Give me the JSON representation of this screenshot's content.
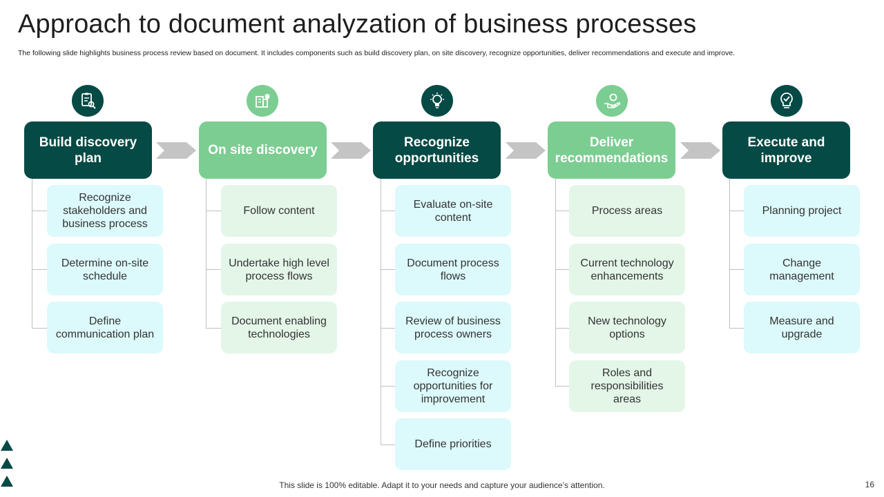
{
  "title": "Approach to document analyzation of business processes",
  "subtitle": "The following slide highlights business process review based on document. It includes components such as build discovery plan, on site discovery, recognize opportunities, deliver recommendations and execute and improve.",
  "colors": {
    "dark": "#064a45",
    "light": "#7ccd92",
    "cyan_box": "#dcf9fb",
    "mint_box": "#e3f6e8",
    "arrow": "#c4c4c4"
  },
  "steps": [
    {
      "header": "Build discovery plan",
      "icon": "document-search-icon",
      "items": [
        "Recognize stakeholders and business process",
        "Determine on-site schedule",
        "Define communication plan"
      ]
    },
    {
      "header": "On site discovery",
      "icon": "building-location-icon",
      "items": [
        "Follow content",
        "Undertake high level process flows",
        "Document enabling technologies"
      ]
    },
    {
      "header": "Recognize opportunities",
      "icon": "gear-bulb-icon",
      "items": [
        "Evaluate on-site content",
        "Document process flows",
        "Review of business process owners",
        "Recognize opportunities for improvement",
        "Define priorities"
      ]
    },
    {
      "header": "Deliver recommendations",
      "icon": "hand-coins-icon",
      "items": [
        "Process areas",
        "Current technology enhancements",
        "New technology options",
        "Roles and responsibilities areas"
      ]
    },
    {
      "header": "Execute and improve",
      "icon": "check-bulb-icon",
      "items": [
        "Planning project",
        "Change management",
        "Measure and upgrade"
      ]
    }
  ],
  "footer": "This slide is 100% editable. Adapt it to your needs and capture your audience’s attention.",
  "page_number": "16"
}
